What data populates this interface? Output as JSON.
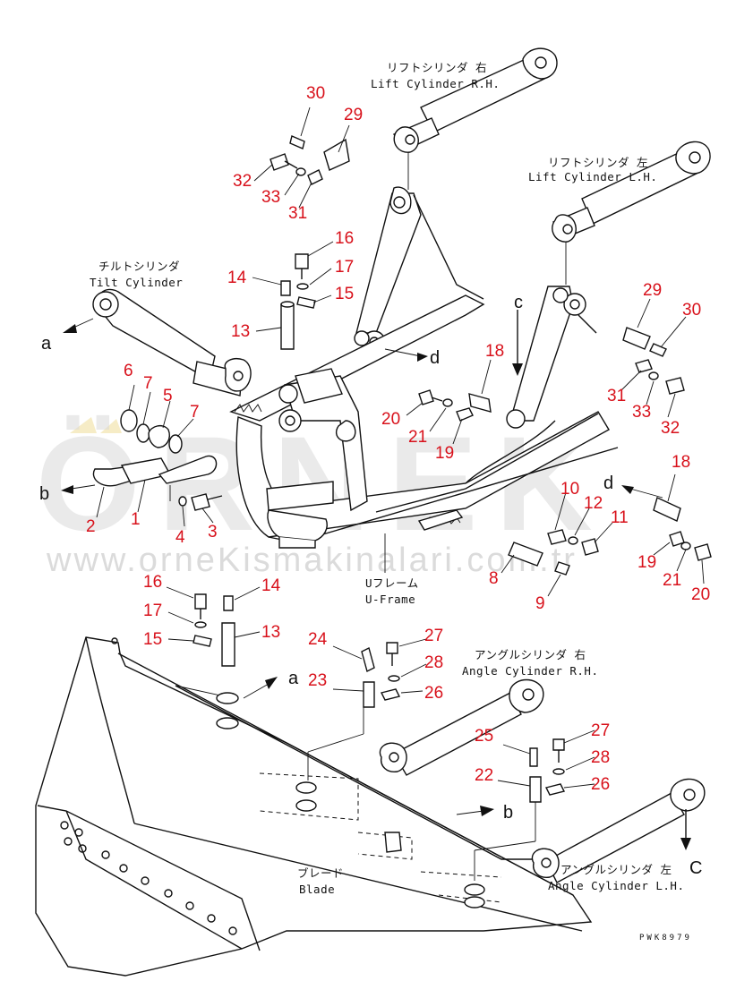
{
  "labels": {
    "lift_rh_jp": "リフトシリンダ 右",
    "lift_rh_en": "Lift Cylinder R.H.",
    "lift_lh_jp": "リフトシリンダ 左",
    "lift_lh_en": "Lift Cylinder L.H.",
    "tilt_jp": "チルトシリンダ",
    "tilt_en": "Tilt Cylinder",
    "uframe_jp": "Uフレーム",
    "uframe_en": "U-Frame",
    "angle_rh_jp": "アングルシリンダ 右",
    "angle_rh_en": "Angle Cylinder R.H.",
    "angle_lh_jp": "アングルシリンダ 左",
    "angle_lh_en": "Angle Cylinder L.H.",
    "blade_jp": "ブレード",
    "blade_en": "Blade",
    "drawing_code": "PWK8979"
  },
  "refs": {
    "a": "a",
    "b": "b",
    "c": "c",
    "d": "d",
    "C": "C"
  },
  "parts": {
    "p1": "1",
    "p2": "2",
    "p3": "3",
    "p4": "4",
    "p5": "5",
    "p6": "6",
    "p7": "7",
    "p8": "8",
    "p9": "9",
    "p10": "10",
    "p11": "11",
    "p12": "12",
    "p13": "13",
    "p14": "14",
    "p15": "15",
    "p16": "16",
    "p17": "17",
    "p18": "18",
    "p19": "19",
    "p20": "20",
    "p21": "21",
    "p22": "22",
    "p23": "23",
    "p24": "24",
    "p25": "25",
    "p26": "26",
    "p27": "27",
    "p28": "28",
    "p29": "29",
    "p30": "30",
    "p31": "31",
    "p32": "32",
    "p33": "33"
  },
  "watermark": {
    "brand": "ÖRNEK",
    "url": "www.orneKismakinalari.com.tr"
  },
  "colors": {
    "callout": "#d8111b",
    "line": "#111111",
    "watermark": "#d9d9d9"
  }
}
